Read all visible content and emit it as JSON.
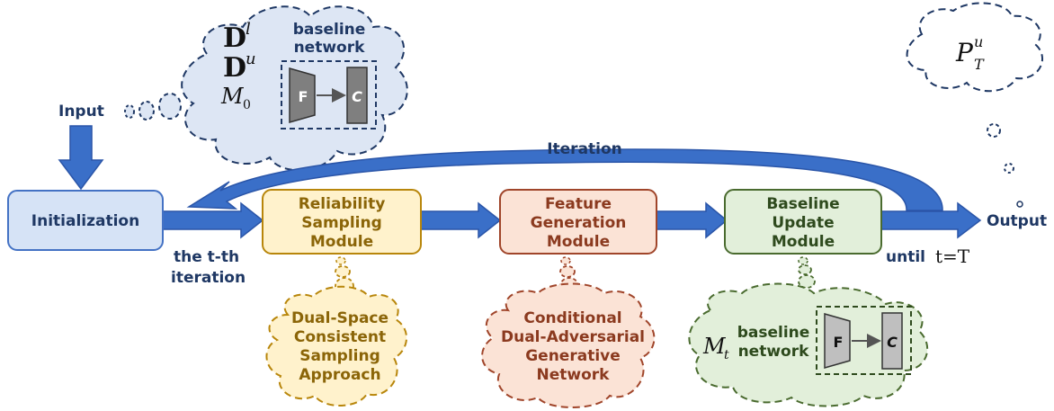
{
  "input_cloud": {
    "d_l": "D",
    "d_l_sup": "l",
    "d_u": "D",
    "d_u_sup": "u",
    "m0": "M",
    "m0_sub": "0",
    "baseline_line1": "baseline",
    "baseline_line2": "network",
    "f": "F",
    "c": "C"
  },
  "output_cloud": {
    "p": "P",
    "p_sup": "u",
    "p_sub": "T"
  },
  "labels": {
    "input": "Input",
    "output": "Output",
    "iteration": "Iteration",
    "t_iter_line1": "the t-th",
    "t_iter_line2": "iteration",
    "until": "until",
    "until_math": "t=T"
  },
  "modules": {
    "init": "Initialization",
    "reliability": [
      "Reliability",
      "Sampling",
      "Module"
    ],
    "feature": [
      "Feature",
      "Generation",
      "Module"
    ],
    "baseline": [
      "Baseline",
      "Update",
      "Module"
    ]
  },
  "thoughts": {
    "dual_space": [
      "Dual-Space",
      "Consistent",
      "Sampling",
      "Approach"
    ],
    "cdagn": [
      "Conditional",
      "Dual-Adversarial",
      "Generative",
      "Network"
    ],
    "update": {
      "mt": "M",
      "mt_sub": "t",
      "baseline_line1": "baseline",
      "baseline_line2": "network",
      "f": "F",
      "c": "C"
    }
  },
  "colors": {
    "navy": "#1f3864",
    "arrow": "#3a6fc8",
    "arrow_dark": "#2a55a8",
    "init_fill": "#d6e3f6",
    "init_stroke": "#4472c4",
    "yellow_fill": "#fff2cc",
    "yellow_stroke": "#b8860b",
    "yellow_text": "#8b6508",
    "orange_fill": "#fbe3d6",
    "orange_stroke": "#a0452a",
    "orange_text": "#8b3a1f",
    "green_fill": "#e2efda",
    "green_stroke": "#4a6b2f",
    "green_text": "#2e4a1d",
    "block_fill": "#7f7f7f",
    "block_fill_light": "#bfbfbf"
  }
}
